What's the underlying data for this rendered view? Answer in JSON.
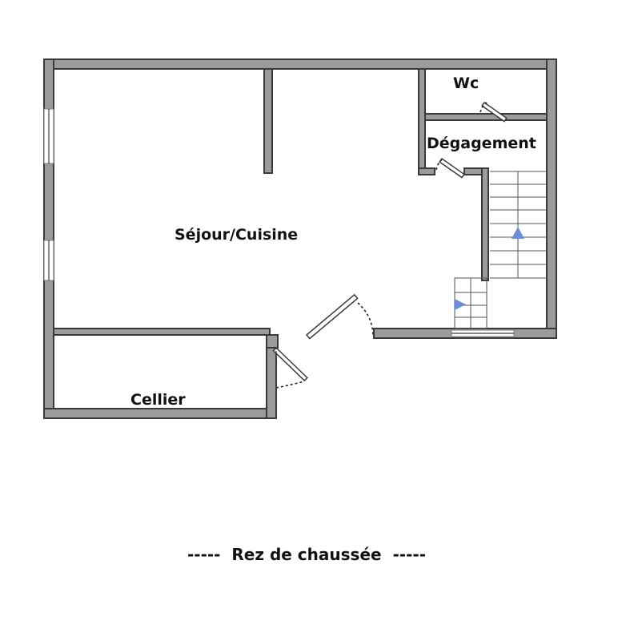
{
  "rooms": {
    "wc": "Wc",
    "degagement": "Dégagement",
    "sejour": "Séjour/Cuisine",
    "cellier": "Cellier"
  },
  "caption": "-----  Rez de chaussée  -----",
  "colors": {
    "wall_fill": "#9b9b9b",
    "wall_outline": "#3a3a3a",
    "stair_arrow": "#6a8fd8"
  },
  "icons": [
    "door-swing-icon",
    "stair-arrow-icon",
    "window-icon"
  ]
}
